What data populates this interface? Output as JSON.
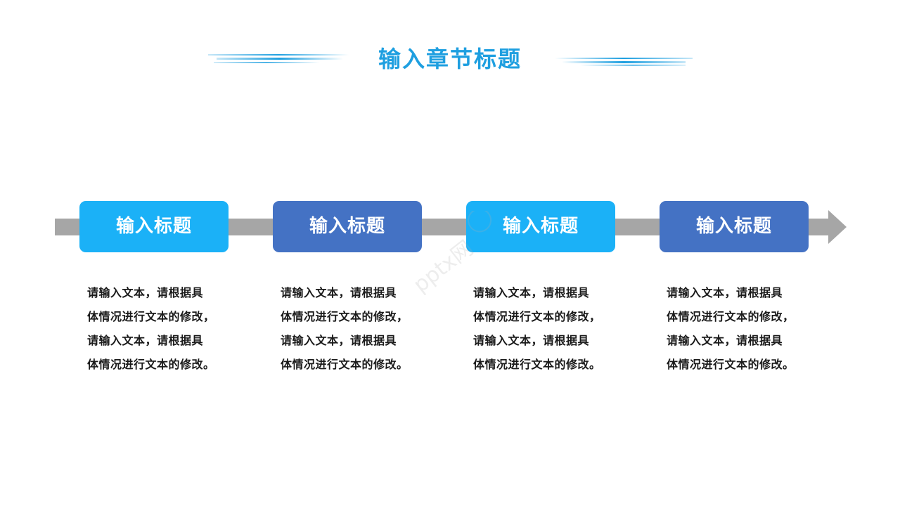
{
  "title": "输入章节标题",
  "colors": {
    "accent_light": "#1bb1f7",
    "accent_dark": "#4472c4",
    "arrow": "#a6a6a6",
    "title": "#1e9fe0"
  },
  "steps": [
    {
      "heading": "输入标题",
      "color": "#1bb1f7",
      "lines": [
        "请输入文本，请根据具",
        "体情况进行文本的修改，",
        "请输入文本，请根据具",
        "体情况进行文本的修改。"
      ]
    },
    {
      "heading": "输入标题",
      "color": "#4472c4",
      "lines": [
        "请输入文本，请根据具",
        "体情况进行文本的修改，",
        "请输入文本，请根据具",
        "体情况进行文本的修改。"
      ]
    },
    {
      "heading": "输入标题",
      "color": "#1bb1f7",
      "lines": [
        "请输入文本，请根据具",
        "体情况进行文本的修改，",
        "请输入文本，请根据具",
        "体情况进行文本的修改。"
      ]
    },
    {
      "heading": "输入标题",
      "color": "#4472c4",
      "lines": [
        "请输入文本，请根据具",
        "体情况进行文本的修改，",
        "请输入文本，请根据具",
        "体情况进行文本的修改。"
      ]
    }
  ],
  "watermark": {
    "text": "pptx网",
    "icon": "watermark-logo"
  }
}
